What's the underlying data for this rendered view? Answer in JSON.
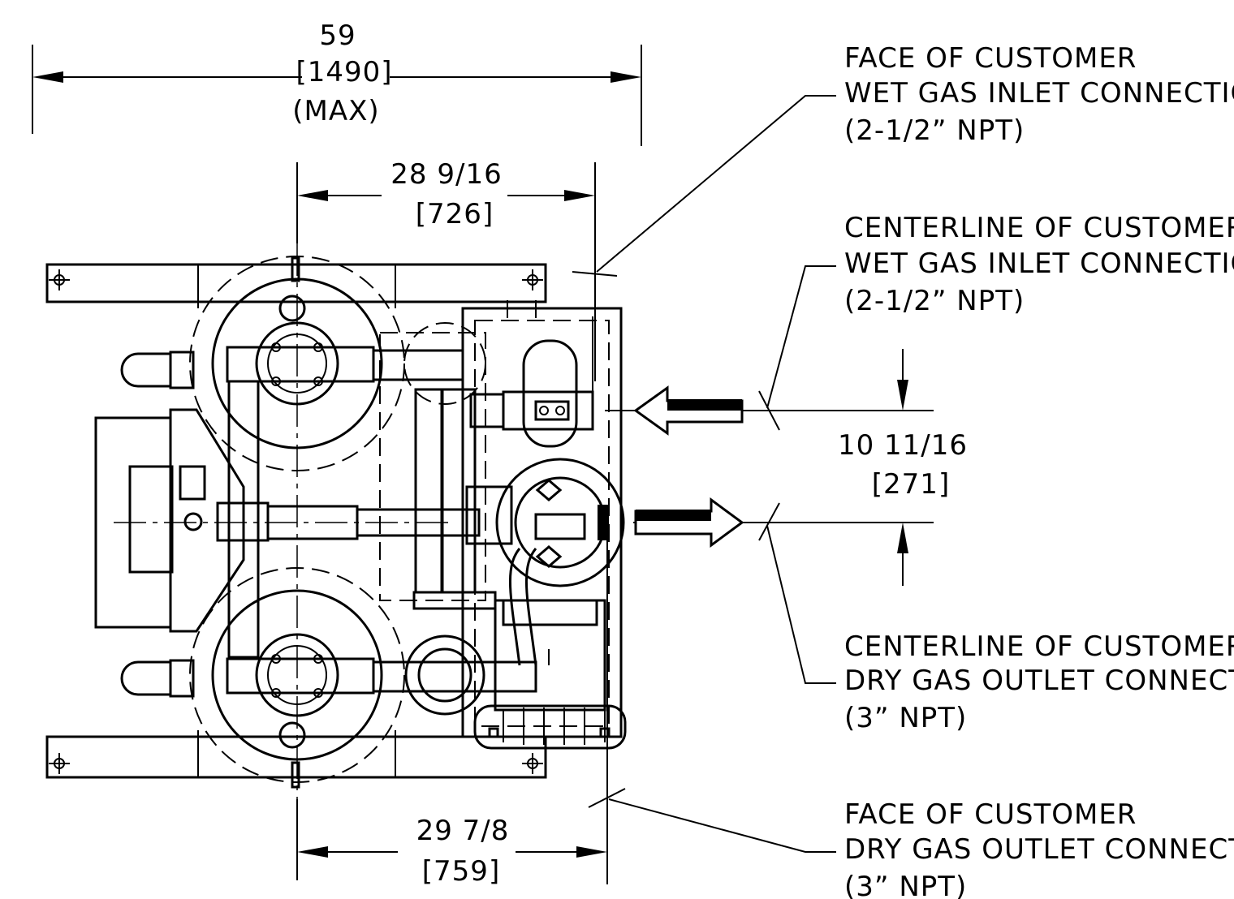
{
  "dimensions": {
    "overall": {
      "value": "59",
      "metric": "[1490]",
      "note": "(MAX)"
    },
    "top_inner": {
      "value": "28 9/16",
      "metric": "[726]"
    },
    "bottom_inner": {
      "value": "29 7/8",
      "metric": "[759]"
    },
    "vertical": {
      "value": "10 11/16",
      "metric": "[271]"
    }
  },
  "callouts": {
    "wet_face": [
      "FACE OF CUSTOMER",
      "WET GAS INLET CONNECTION",
      "(2-1/2” NPT)"
    ],
    "wet_centerline": [
      "CENTERLINE OF CUSTOMER",
      "WET GAS INLET CONNECTION",
      "(2-1/2” NPT)"
    ],
    "dry_centerline": [
      "CENTERLINE OF CUSTOMER",
      "DRY GAS OUTLET CONNECTION",
      "(3” NPT)"
    ],
    "dry_face": [
      "FACE OF CUSTOMER",
      "DRY GAS OUTLET CONNECTION",
      "(3” NPT)"
    ]
  },
  "flow_arrows": {
    "inlet_direction": "left",
    "outlet_direction": "right"
  }
}
